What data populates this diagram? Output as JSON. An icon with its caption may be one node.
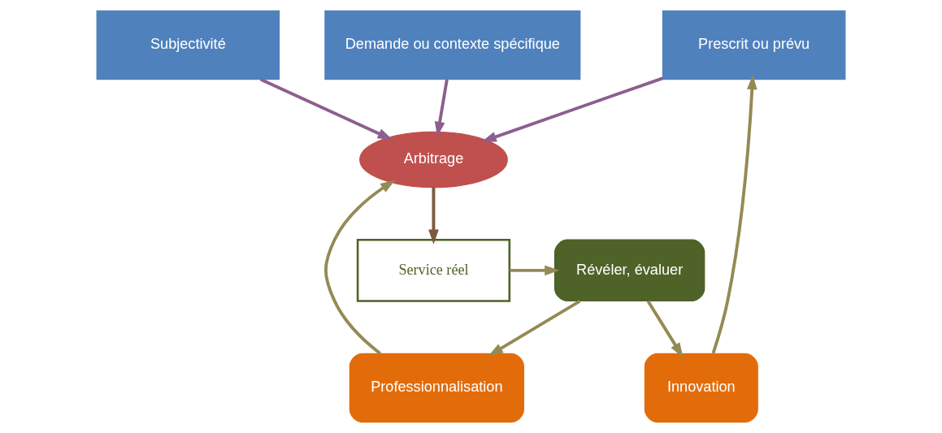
{
  "diagram": {
    "nodes": [
      {
        "text": [
          "Prescrit ou prévu"
        ]
      },
      {
        "text": [
          "Subjectivité"
        ]
      },
      {
        "text": [
          "Demande ou contexte spécifique"
        ]
      },
      {
        "text": [
          "Innovation"
        ]
      },
      {
        "text": [
          "Professionnalisation"
        ]
      },
      {
        "text": [
          "Arbitrage"
        ]
      },
      {
        "text": [
          "Service réel"
        ]
      },
      {
        "text": [
          "Révéler, évaluer"
        ]
      }
    ],
    "edges": [
      {
        "from": 0,
        "to": 5,
        "arrow": "to",
        "color": "#8b5f8f"
      },
      {
        "from": 1,
        "to": 5,
        "arrow": "to",
        "color": "#8b5f8f"
      },
      {
        "from": 2,
        "to": 5,
        "arrow": "to",
        "color": "#8b5f8f"
      },
      {
        "from": 4,
        "to": 5,
        "arrow": "to"
      },
      {
        "from": 5,
        "to": 6,
        "arrow": "to",
        "color": "#7d5a3f"
      },
      {
        "from": 6,
        "to": 7,
        "arrow": "to"
      },
      {
        "from": 7,
        "to": 4,
        "arrow": "to"
      },
      {
        "from": 7,
        "to": 3,
        "arrow": "to"
      },
      {
        "from": 3,
        "to": 0,
        "arrow": "to"
      }
    ]
  }
}
